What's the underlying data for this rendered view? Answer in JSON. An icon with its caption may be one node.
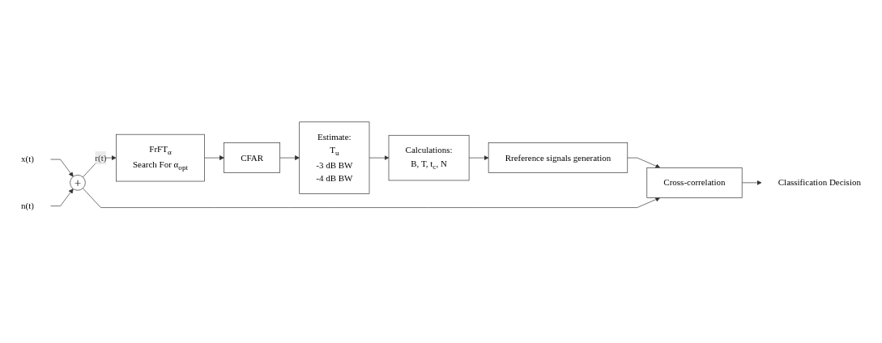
{
  "diagram": {
    "nodes": [
      {
        "text": [
          "x(t)"
        ]
      },
      {
        "text": [
          "n(t)"
        ]
      },
      {
        "text": [
          "+"
        ]
      },
      {
        "text": [
          "FrFT$_{α}$",
          "Search For α$_{opt}$"
        ]
      },
      {
        "text": [
          "CFAR"
        ]
      },
      {
        "text": [
          "Estimate:",
          "T$_{u}$",
          "-3 dB BW",
          "-4 dB BW"
        ]
      },
      {
        "text": [
          "Calculations:",
          "B, T, t$_{c}$, N"
        ]
      },
      {
        "text": [
          "Rreference signals generation"
        ]
      },
      {
        "text": [
          "Cross-correlation"
        ]
      },
      {
        "text": [
          "Classification Decision"
        ]
      }
    ],
    "edges": [
      {
        "from": 0,
        "to": 2,
        "arrow": "to"
      },
      {
        "from": 1,
        "to": 2,
        "arrow": "to"
      },
      {
        "from": 2,
        "to": 3,
        "arrow": "to",
        "label": "r(t)"
      },
      {
        "from": 3,
        "to": 4,
        "arrow": "to"
      },
      {
        "from": 4,
        "to": 5,
        "arrow": "to"
      },
      {
        "from": 5,
        "to": 6,
        "arrow": "to"
      },
      {
        "from": 6,
        "to": 7,
        "arrow": "to"
      },
      {
        "from": 7,
        "to": 8,
        "arrow": "to"
      },
      {
        "from": 2,
        "to": 8,
        "arrow": "to"
      },
      {
        "from": 8,
        "to": 9,
        "arrow": "to"
      }
    ]
  }
}
